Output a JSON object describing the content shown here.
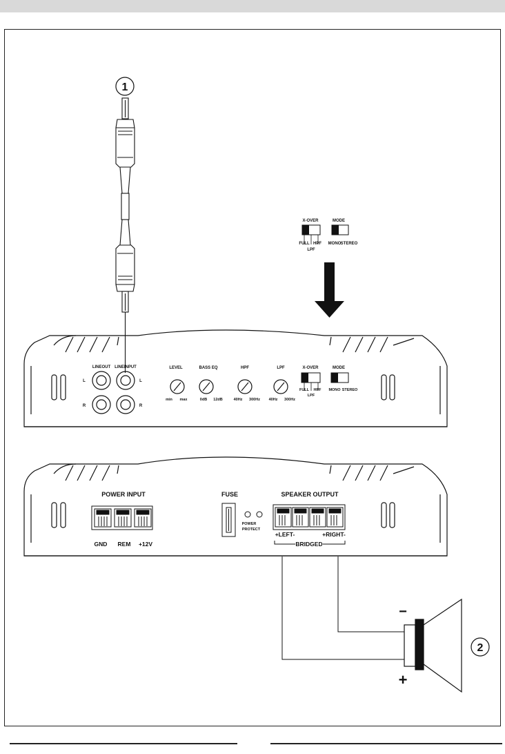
{
  "callouts": {
    "one": "1",
    "two": "2"
  },
  "top_panel": {
    "lineout": "LINEOUT",
    "lineinput": "LINEINPUT",
    "ch_l": "L",
    "ch_r": "R",
    "level": "LEVEL",
    "level_min": "min",
    "level_max": "max",
    "bass_eq": "BASS EQ",
    "bass_min": "0dB",
    "bass_max": "12dB",
    "hpf": "HPF",
    "hpf_min": "40Hz",
    "hpf_max": "300Hz",
    "lpf": "LPF",
    "lpf_min": "40Hz",
    "lpf_max": "300Hz",
    "xover": "X-OVER",
    "xover_opt1": "FULL",
    "xover_opt2": "HPF",
    "xover_opt3": "LPF",
    "mode": "MODE",
    "mode_opt1": "MONO",
    "mode_opt2": "STEREO"
  },
  "switch_detail": {
    "xover": "X-OVER",
    "xover_opt1": "FULL",
    "xover_opt2": "HPF",
    "xover_opt3": "LPF",
    "mode": "MODE",
    "mode_opt1": "MONO",
    "mode_opt2": "STEREO"
  },
  "bottom_panel": {
    "power_input": "POWER INPUT",
    "gnd": "GND",
    "rem": "REM",
    "plus12v": "+12V",
    "fuse": "FUSE",
    "power": "POWER",
    "protect": "PROTECT",
    "speaker_output": "SPEAKER OUTPUT",
    "left": "+LEFT-",
    "right": "+RIGHT-",
    "bridged": "BRIDGED"
  },
  "speaker": {
    "minus": "−",
    "plus": "+"
  },
  "colors": {
    "ink": "#111111",
    "bar": "#d9d9d9"
  }
}
